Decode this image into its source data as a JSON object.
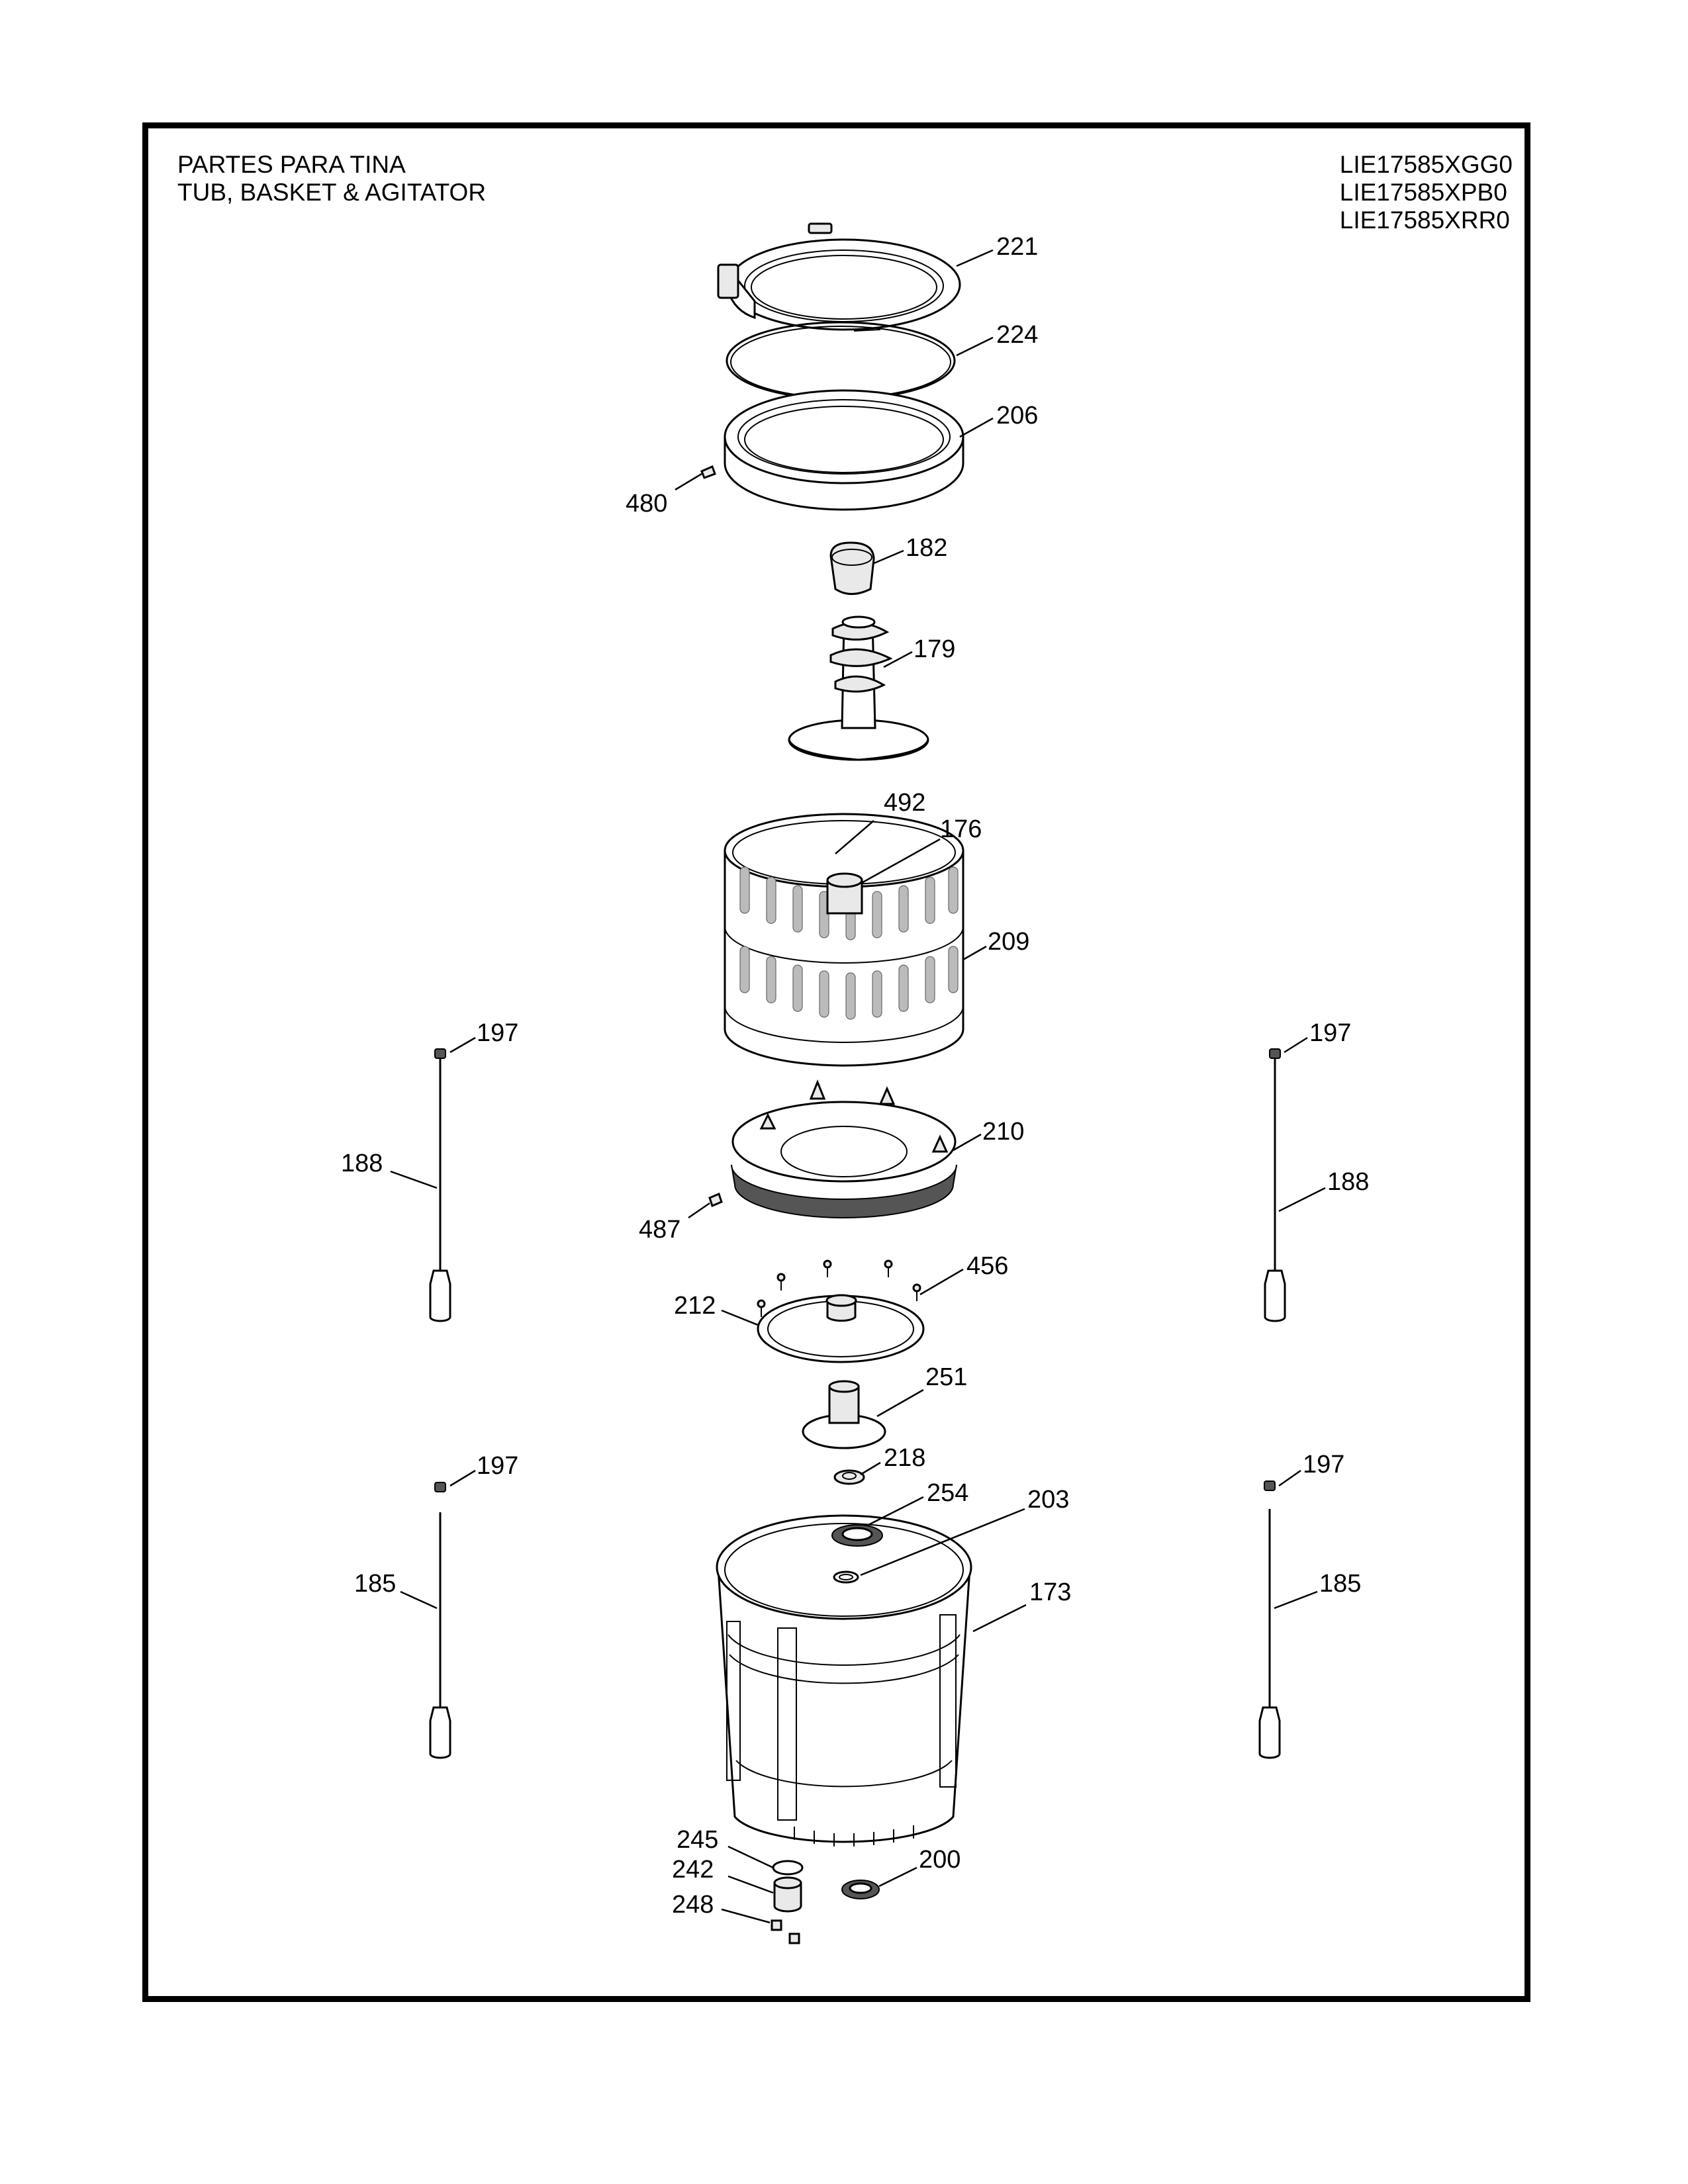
{
  "header": {
    "title_es": "PARTES PARA TINA",
    "title_en": "TUB, BASKET & AGITATOR",
    "models": [
      "LIE17585XGG0",
      "LIE17585XPB0",
      "LIE17585XRR0"
    ]
  },
  "callouts": {
    "c221": "221",
    "c224": "224",
    "c206": "206",
    "c480": "480",
    "c182": "182",
    "c179": "179",
    "c492": "492",
    "c176": "176",
    "c209": "209",
    "c197a": "197",
    "c197b": "197",
    "c197c": "197",
    "c197d": "197",
    "c188a": "188",
    "c188b": "188",
    "c210": "210",
    "c487": "487",
    "c456": "456",
    "c212": "212",
    "c251": "251",
    "c218": "218",
    "c254": "254",
    "c203": "203",
    "c173": "173",
    "c185a": "185",
    "c185b": "185",
    "c245": "245",
    "c242": "242",
    "c248": "248",
    "c200": "200"
  }
}
